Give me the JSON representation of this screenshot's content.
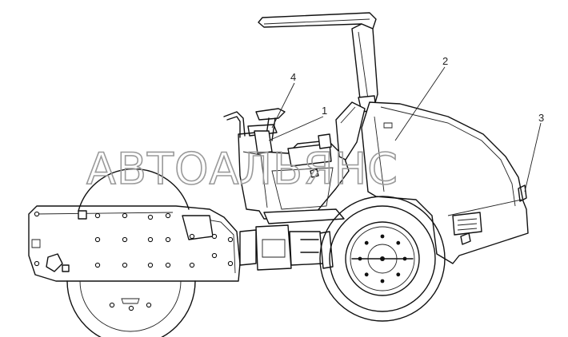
{
  "watermark": "АВТОАЛЬЯНС",
  "callouts": [
    {
      "id": "1",
      "label": "1"
    },
    {
      "id": "2",
      "label": "2"
    },
    {
      "id": "3",
      "label": "3"
    },
    {
      "id": "4",
      "label": "4"
    }
  ]
}
